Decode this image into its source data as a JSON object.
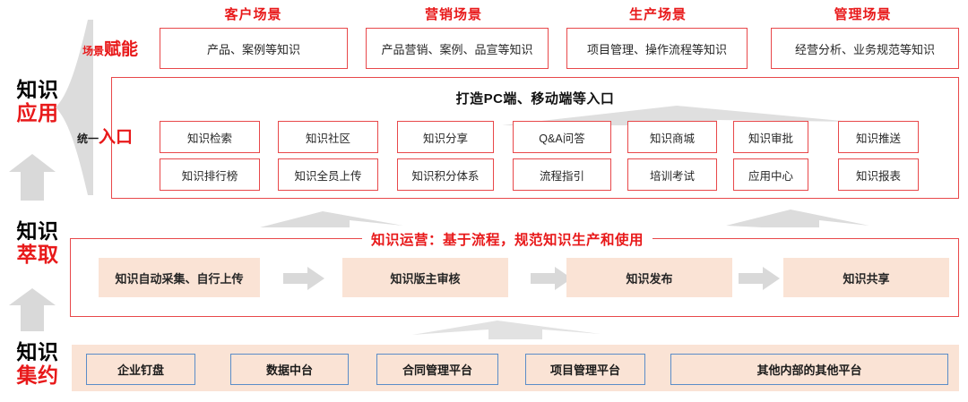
{
  "diagram": {
    "title_note": "知识管理体系架构图",
    "colors": {
      "accent_red": "#E8191A",
      "box_red": "#E8484A",
      "peach": "#FAE3D5",
      "grey": "#D9D9D9",
      "platform_blue": "#5B8DC8"
    }
  },
  "stages": [
    {
      "line1": "知识",
      "line2": "应用"
    },
    {
      "line1": "知识",
      "line2": "萃取"
    },
    {
      "line1": "知识",
      "line2": "集约"
    }
  ],
  "scenarios": {
    "group_label": {
      "small": "场景",
      "big": "赋能"
    },
    "columns": [
      {
        "header": "客户场景",
        "box": "产品、案例等知识"
      },
      {
        "header": "营销场景",
        "box": "产品营销、案例、品宣等知识"
      },
      {
        "header": "生产场景",
        "box": "项目管理、操作流程等知识"
      },
      {
        "header": "管理场景",
        "box": "经营分析、业务规范等知识"
      }
    ]
  },
  "entry": {
    "group_label": {
      "small": "统一",
      "big": "入口"
    },
    "title": "打造PC端、移动端等入口",
    "row1": [
      "知识检索",
      "知识社区",
      "知识分享",
      "Q&A问答",
      "知识商城",
      "知识审批",
      "知识推送"
    ],
    "row2": [
      "知识排行榜",
      "知识全员上传",
      "知识积分体系",
      "流程指引",
      "培训考试",
      "应用中心",
      "知识报表"
    ]
  },
  "operation": {
    "title": "知识运营：基于流程，规范知识生产和使用",
    "steps": [
      "知识自动采集、自行上传",
      "知识版主审核",
      "知识发布",
      "知识共享"
    ]
  },
  "platforms": [
    "企业钉盘",
    "数据中台",
    "合同管理平台",
    "项目管理平台",
    "其他内部的其他平台"
  ]
}
